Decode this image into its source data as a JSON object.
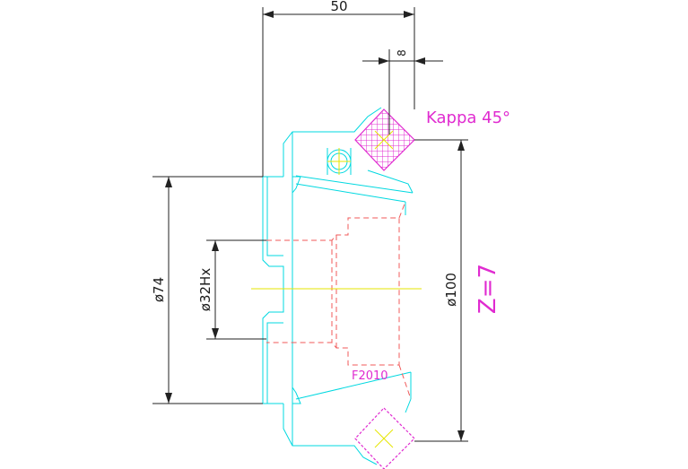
{
  "drawing": {
    "dims": {
      "width_top": "50",
      "width_small": "8",
      "dia_left": "ø74",
      "dia_bore": "ø32Hx",
      "dia_right": "ø100"
    },
    "labels": {
      "kappa": "Kappa 45°",
      "teeth": "Z=7",
      "part_code": "F2010"
    },
    "colors": {
      "outline": "#00d8e0",
      "hidden": "#f05a5a",
      "dimension": "#222222",
      "insert": "#e02bd0",
      "center": "#e6e600"
    }
  }
}
